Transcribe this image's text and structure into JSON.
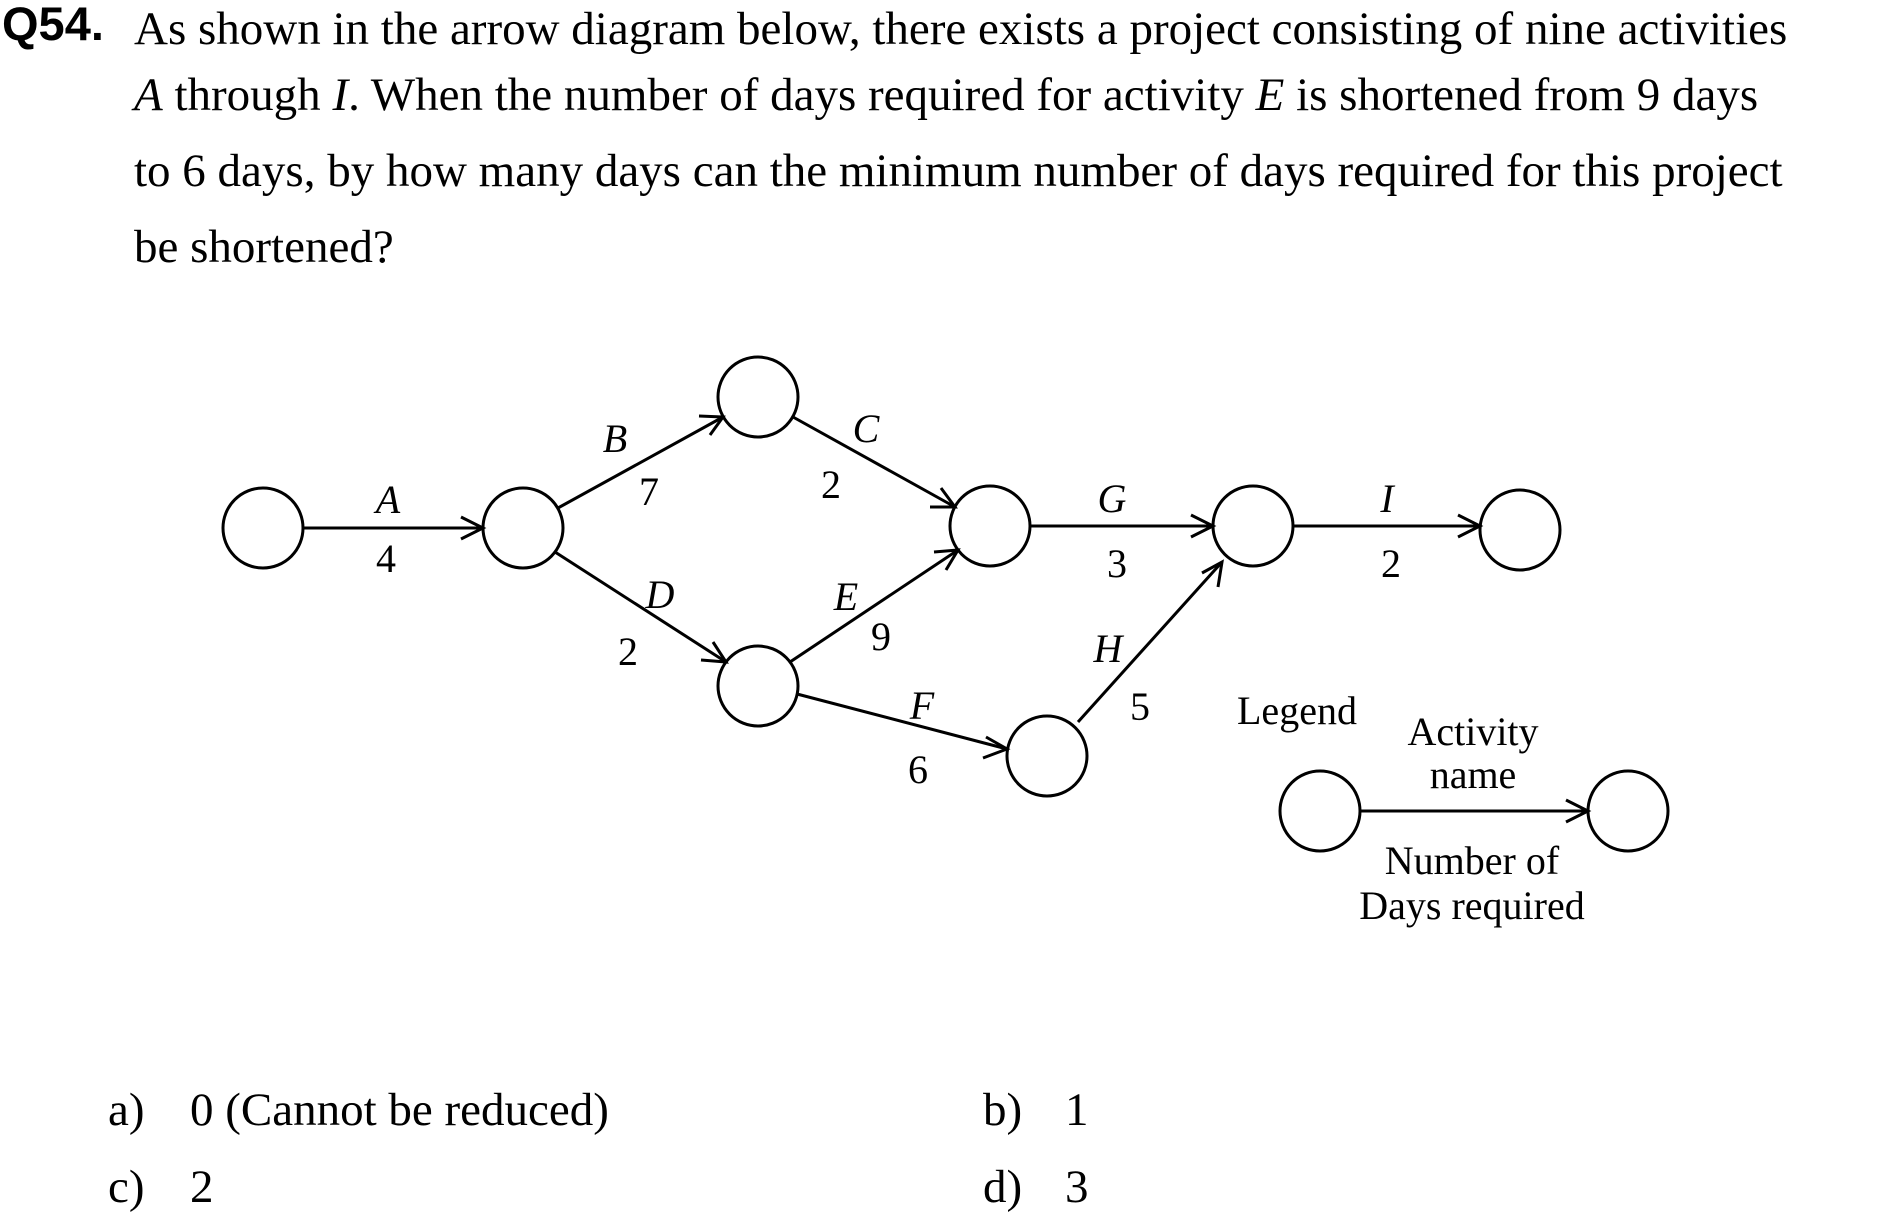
{
  "question": {
    "number": "Q54.",
    "line1": "As shown in the arrow diagram below, there exists a project consisting of nine activities",
    "line2_a": "A",
    "line2_b": " through ",
    "line2_c": "I",
    "line2_d": ".   When the number of days required for activity ",
    "line2_e": "E",
    "line2_f": " is shortened from 9 days",
    "line3": "to 6 days, by how many days can the minimum number of days required for this project",
    "line4": "be shortened?"
  },
  "diagram": {
    "activities": [
      {
        "name": "A",
        "days": "4"
      },
      {
        "name": "B",
        "days": "7"
      },
      {
        "name": "C",
        "days": "2"
      },
      {
        "name": "D",
        "days": "2"
      },
      {
        "name": "E",
        "days": "9"
      },
      {
        "name": "F",
        "days": "6"
      },
      {
        "name": "G",
        "days": "3"
      },
      {
        "name": "H",
        "days": "5"
      },
      {
        "name": "I",
        "days": "2"
      }
    ],
    "legend": {
      "title": "Legend",
      "activity_line1": "Activity",
      "activity_line2": "name",
      "days_line1": "Number of",
      "days_line2": "Days required"
    }
  },
  "choices": [
    {
      "label": "a)",
      "text": "0 (Cannot be reduced)"
    },
    {
      "label": "b)",
      "text": "1"
    },
    {
      "label": "c)",
      "text": "2"
    },
    {
      "label": "d)",
      "text": "3"
    }
  ]
}
